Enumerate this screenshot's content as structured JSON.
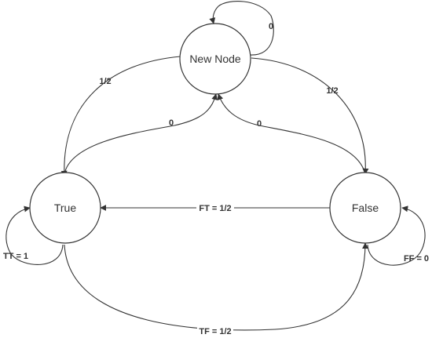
{
  "nodes": {
    "new_node": "New Node",
    "true": "True",
    "false": "False"
  },
  "edges": {
    "new_self": "0",
    "new_to_true": "1/2",
    "new_to_false": "1/2",
    "true_to_new": "0",
    "false_to_new": "0",
    "false_to_true": "FT = 1/2",
    "true_self": "TT = 1",
    "false_self": "FF = 0",
    "true_to_false": "TF = 1/2"
  },
  "colors": {
    "stroke": "#333333",
    "background": "#ffffff"
  }
}
